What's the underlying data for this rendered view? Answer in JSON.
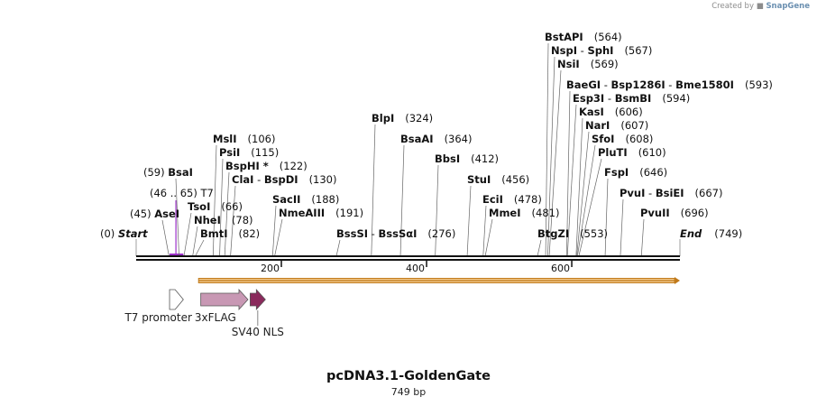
{
  "credit": {
    "prefix": "Created by",
    "brand": "SnapGene"
  },
  "title": "pcDNA3.1-GoldenGate",
  "subtitle": "749 bp",
  "sequence_length": 749,
  "axis": {
    "ticks": [
      200,
      400,
      600
    ]
  },
  "colors": {
    "backbone": "#111111",
    "orf_fill": "#f2c88a",
    "orf_stroke": "#c07a1c",
    "t7_label": "#9b30c8",
    "promoter_fill": "#ffffff",
    "flag_fill": "#c898b4",
    "nls_fill": "#8a2a5c"
  },
  "ends": [
    {
      "name": "Start",
      "pos": 0,
      "pos_label": "(0)"
    },
    {
      "name": "End",
      "pos": 749,
      "pos_label": "(749)"
    }
  ],
  "sites": [
    {
      "id": "asei",
      "pos": 45,
      "pos_label": "(45)",
      "names": [
        "AseI"
      ],
      "label_side": "left"
    },
    {
      "id": "t7",
      "pos": 56,
      "pos_label": "(46 .. 65)",
      "names": [
        "T7"
      ],
      "label_side": "left",
      "primer": true
    },
    {
      "id": "bsai",
      "pos": 59,
      "pos_label": "(59)",
      "names": [
        "BsaI"
      ],
      "label_side": "left"
    },
    {
      "id": "tsoi",
      "pos": 66,
      "pos_label": "(66)",
      "names": [
        "TsoI"
      ]
    },
    {
      "id": "nhei",
      "pos": 78,
      "pos_label": "(78)",
      "names": [
        "NheI"
      ]
    },
    {
      "id": "bmti",
      "pos": 82,
      "pos_label": "(82)",
      "names": [
        "BmtI"
      ]
    },
    {
      "id": "msli",
      "pos": 106,
      "pos_label": "(106)",
      "names": [
        "MslI"
      ]
    },
    {
      "id": "psii",
      "pos": 115,
      "pos_label": "(115)",
      "names": [
        "PsiI"
      ]
    },
    {
      "id": "bsphi",
      "pos": 122,
      "pos_label": "(122)",
      "names": [
        "BspHI *"
      ]
    },
    {
      "id": "clai",
      "pos": 130,
      "pos_label": "(130)",
      "names": [
        "ClaI",
        "BspDI"
      ]
    },
    {
      "id": "sacii",
      "pos": 188,
      "pos_label": "(188)",
      "names": [
        "SacII"
      ]
    },
    {
      "id": "nmeaiii",
      "pos": 191,
      "pos_label": "(191)",
      "names": [
        "NmeAIII"
      ]
    },
    {
      "id": "bsssi",
      "pos": 276,
      "pos_label": "(276)",
      "names": [
        "BssSI",
        "BssSαI"
      ]
    },
    {
      "id": "blpi",
      "pos": 324,
      "pos_label": "(324)",
      "names": [
        "BlpI"
      ]
    },
    {
      "id": "bsaai",
      "pos": 364,
      "pos_label": "(364)",
      "names": [
        "BsaAI"
      ]
    },
    {
      "id": "bbsi",
      "pos": 412,
      "pos_label": "(412)",
      "names": [
        "BbsI"
      ]
    },
    {
      "id": "stui",
      "pos": 456,
      "pos_label": "(456)",
      "names": [
        "StuI"
      ]
    },
    {
      "id": "ecii",
      "pos": 478,
      "pos_label": "(478)",
      "names": [
        "EciI"
      ]
    },
    {
      "id": "mmei",
      "pos": 481,
      "pos_label": "(481)",
      "names": [
        "MmeI"
      ]
    },
    {
      "id": "btgzi",
      "pos": 553,
      "pos_label": "(553)",
      "names": [
        "BtgZI"
      ]
    },
    {
      "id": "bstapi",
      "pos": 564,
      "pos_label": "(564)",
      "names": [
        "BstAPI"
      ]
    },
    {
      "id": "nspi",
      "pos": 567,
      "pos_label": "(567)",
      "names": [
        "NspI",
        "SphI"
      ]
    },
    {
      "id": "nsii",
      "pos": 569,
      "pos_label": "(569)",
      "names": [
        "NsiI"
      ]
    },
    {
      "id": "baegi",
      "pos": 593,
      "pos_label": "(593)",
      "names": [
        "BaeGI",
        "Bsp1286I",
        "Bme1580I"
      ]
    },
    {
      "id": "esp3i",
      "pos": 594,
      "pos_label": "(594)",
      "names": [
        "Esp3I",
        "BsmBI"
      ]
    },
    {
      "id": "kasi",
      "pos": 606,
      "pos_label": "(606)",
      "names": [
        "KasI"
      ]
    },
    {
      "id": "nari",
      "pos": 607,
      "pos_label": "(607)",
      "names": [
        "NarI"
      ]
    },
    {
      "id": "sfoi",
      "pos": 608,
      "pos_label": "(608)",
      "names": [
        "SfoI"
      ]
    },
    {
      "id": "pluti",
      "pos": 610,
      "pos_label": "(610)",
      "names": [
        "PluTI"
      ]
    },
    {
      "id": "fspi",
      "pos": 646,
      "pos_label": "(646)",
      "names": [
        "FspI"
      ]
    },
    {
      "id": "pvui",
      "pos": 667,
      "pos_label": "(667)",
      "names": [
        "PvuI",
        "BsiEI"
      ]
    },
    {
      "id": "pvuii",
      "pos": 696,
      "pos_label": "(696)",
      "names": [
        "PvuII"
      ]
    }
  ],
  "features": [
    {
      "id": "t7-promoter",
      "name": "T7 promoter",
      "start": 46,
      "end": 65,
      "kind": "promoter"
    },
    {
      "id": "3xflag",
      "name": "3xFLAG",
      "start": 89,
      "end": 154,
      "kind": "tag"
    },
    {
      "id": "sv40-nls",
      "name": "SV40 NLS",
      "start": 157,
      "end": 178,
      "kind": "nls"
    },
    {
      "id": "orf",
      "name": "",
      "start": 86,
      "end": 749,
      "kind": "orf"
    }
  ]
}
